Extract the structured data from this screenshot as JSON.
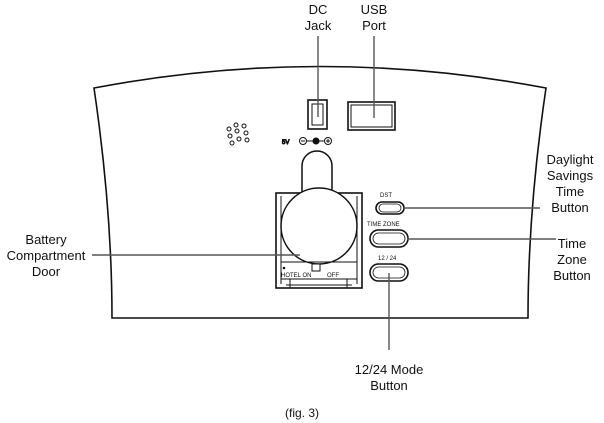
{
  "callouts": {
    "dc_jack": [
      "DC",
      "Jack"
    ],
    "usb_port": [
      "USB",
      "Port"
    ],
    "dst_button": [
      "Daylight",
      "Savings",
      "Time",
      "Button"
    ],
    "battery_door": [
      "Battery",
      "Compartment",
      "Door"
    ],
    "time_zone_button": [
      "Time",
      "Zone",
      "Button"
    ],
    "mode_button": [
      "12/24 Mode",
      "Button"
    ]
  },
  "device_text": {
    "voltage": "5V",
    "dst": "DST",
    "time_zone": "TIME ZONE",
    "mode": "12 / 24",
    "hotel_on": "HOTEL ON",
    "off": "OFF"
  },
  "caption": "(fig. 3)"
}
